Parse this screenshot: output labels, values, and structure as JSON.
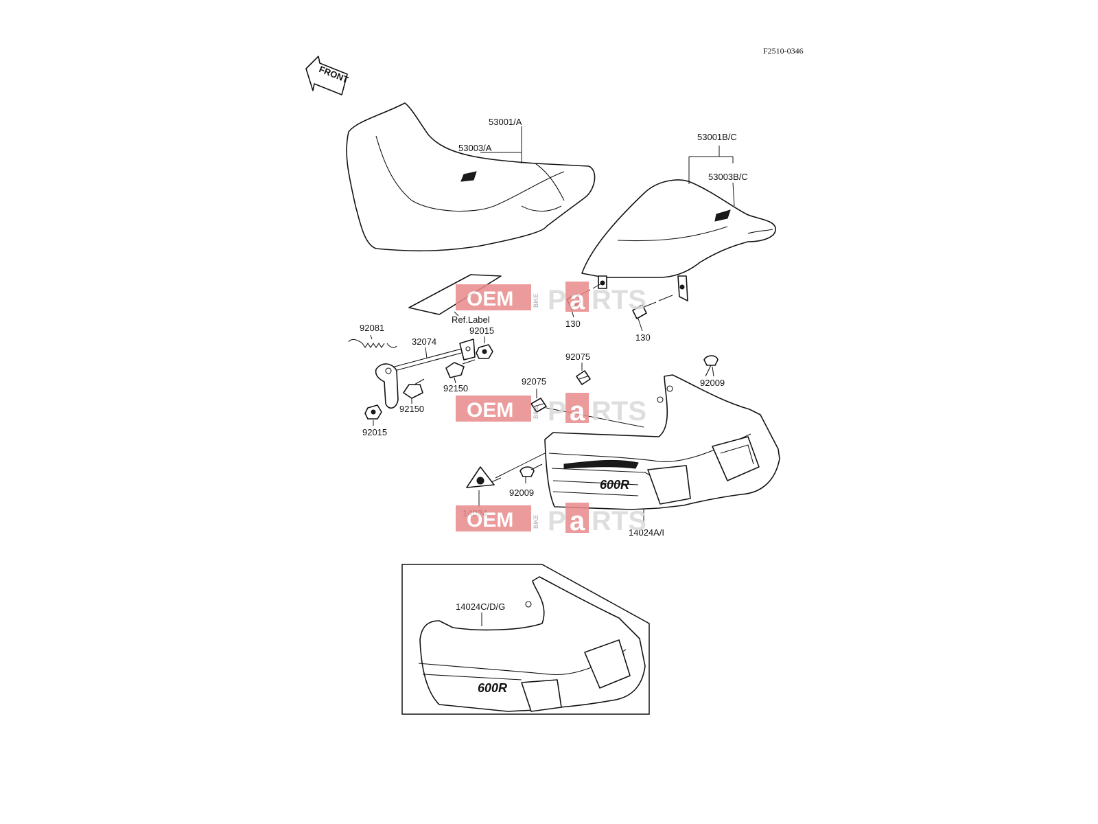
{
  "figure_code": "F2510-0346",
  "front_arrow": "FRONT",
  "watermark": {
    "oem": "OEM",
    "bike": "BIKE",
    "parts_p": "P",
    "parts_a": "a",
    "parts_rts": "RTS"
  },
  "labels": {
    "seat_front": "53001/A",
    "seat_front_cover": "53003/A",
    "seat_rear": "53001B/C",
    "seat_rear_cover": "53003B/C",
    "ref_label": "Ref.Label",
    "bolt_a": "130",
    "bolt_b": "130",
    "spring": "92081",
    "seat_lock": "32074",
    "nut_a": "92015",
    "nut_b": "92015",
    "damper_a": "92150",
    "damper_b": "92150",
    "nut_clip_a": "92075",
    "nut_clip_b": "92075",
    "screw_a": "92009",
    "screw_b": "92009",
    "cover_clip": "14024",
    "side_cover_main": "14024A/I",
    "side_cover_alt": "14024C/D/G"
  },
  "cover_logo_main": "600R",
  "cover_logo_alt": "600R"
}
